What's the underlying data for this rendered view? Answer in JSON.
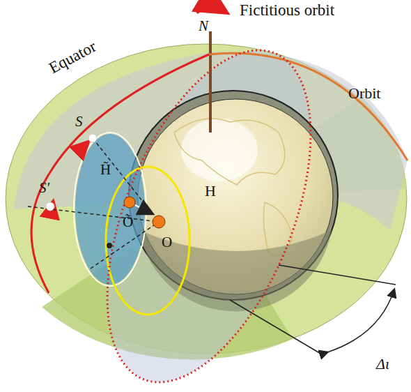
{
  "diagram": {
    "labels": [
      "Fictitious orbit",
      "N",
      "Equator",
      "Orbit",
      "S",
      "S′",
      "H̃",
      "Õ",
      "H",
      "O",
      "Δι"
    ]
  }
}
